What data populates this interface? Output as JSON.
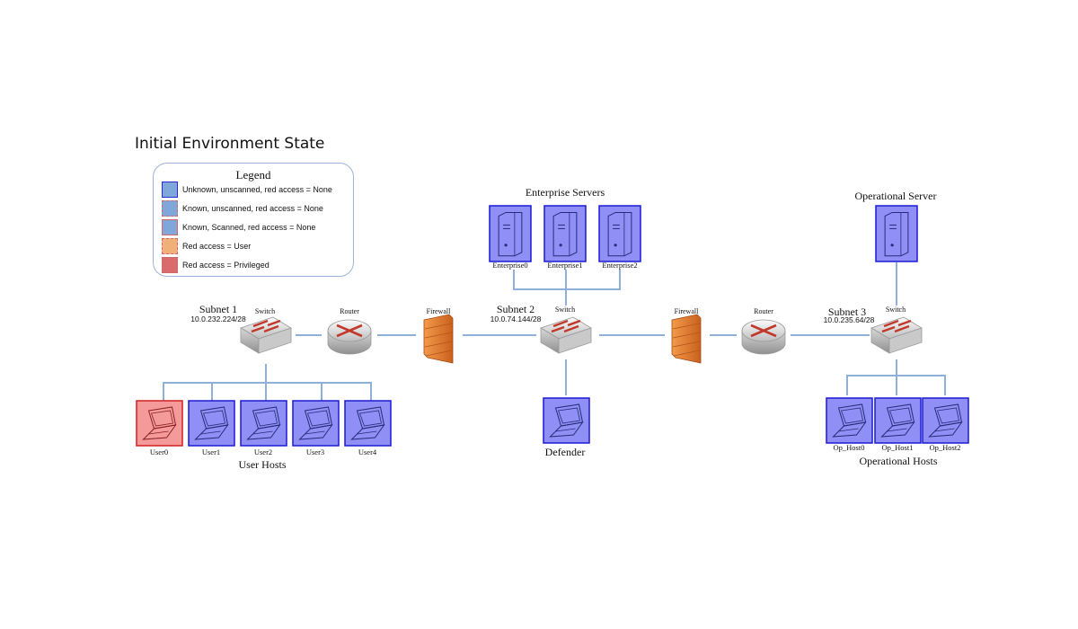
{
  "title": "Initial Environment State",
  "legend": {
    "title": "Legend",
    "items": [
      {
        "label": "Unknown, unscanned, red access = None",
        "fill": "#7fa7d9",
        "border": "#2b2bd6",
        "dashed": false
      },
      {
        "label": "Known, unscanned, red access = None",
        "fill": "#7fa7d9",
        "border": "#d06a6a",
        "dashed": true
      },
      {
        "label": "Known, Scanned, red access = None",
        "fill": "#7fa7d9",
        "border": "#d06a6a",
        "dashed": false
      },
      {
        "label": "Red access = User",
        "fill": "#f0b07a",
        "border": "#d06a6a",
        "dashed": true
      },
      {
        "label": "Red access = Privileged",
        "fill": "#d96b6b",
        "border": "#d06a6a",
        "dashed": false
      }
    ]
  },
  "colors": {
    "node_fill": "#8f8ff5",
    "node_border": "#1a1ad4",
    "privileged_fill": "#f59a9a",
    "privileged_border": "#d02020",
    "link": "#8fb0d8",
    "firewall": "#e07a2a",
    "arrow": "#c0392b"
  },
  "subnets": [
    {
      "name": "Subnet 1",
      "cidr": "10.0.232.224/28"
    },
    {
      "name": "Subnet 2",
      "cidr": "10.0.74.144/28"
    },
    {
      "name": "Subnet 3",
      "cidr": "10.0.235.64/28"
    }
  ],
  "devices": {
    "switch": "Switch",
    "router": "Router",
    "firewall": "Firewall"
  },
  "groups": {
    "user_hosts": "User Hosts",
    "enterprise_servers": "Enterprise Servers",
    "operational_server": "Operational Server",
    "operational_hosts": "Operational Hosts"
  },
  "hosts": {
    "users": [
      {
        "name": "User0",
        "access": "Privileged"
      },
      {
        "name": "User1",
        "access": "None"
      },
      {
        "name": "User2",
        "access": "None"
      },
      {
        "name": "User3",
        "access": "None"
      },
      {
        "name": "User4",
        "access": "None"
      }
    ],
    "enterprise": [
      {
        "name": "Enterprise0",
        "access": "None"
      },
      {
        "name": "Enterprise1",
        "access": "None"
      },
      {
        "name": "Enterprise2",
        "access": "None"
      }
    ],
    "defender": {
      "name": "Defender",
      "access": "None"
    },
    "op_hosts": [
      {
        "name": "Op_Host0",
        "access": "None"
      },
      {
        "name": "Op_Host1",
        "access": "None"
      },
      {
        "name": "Op_Host2",
        "access": "None"
      }
    ]
  }
}
